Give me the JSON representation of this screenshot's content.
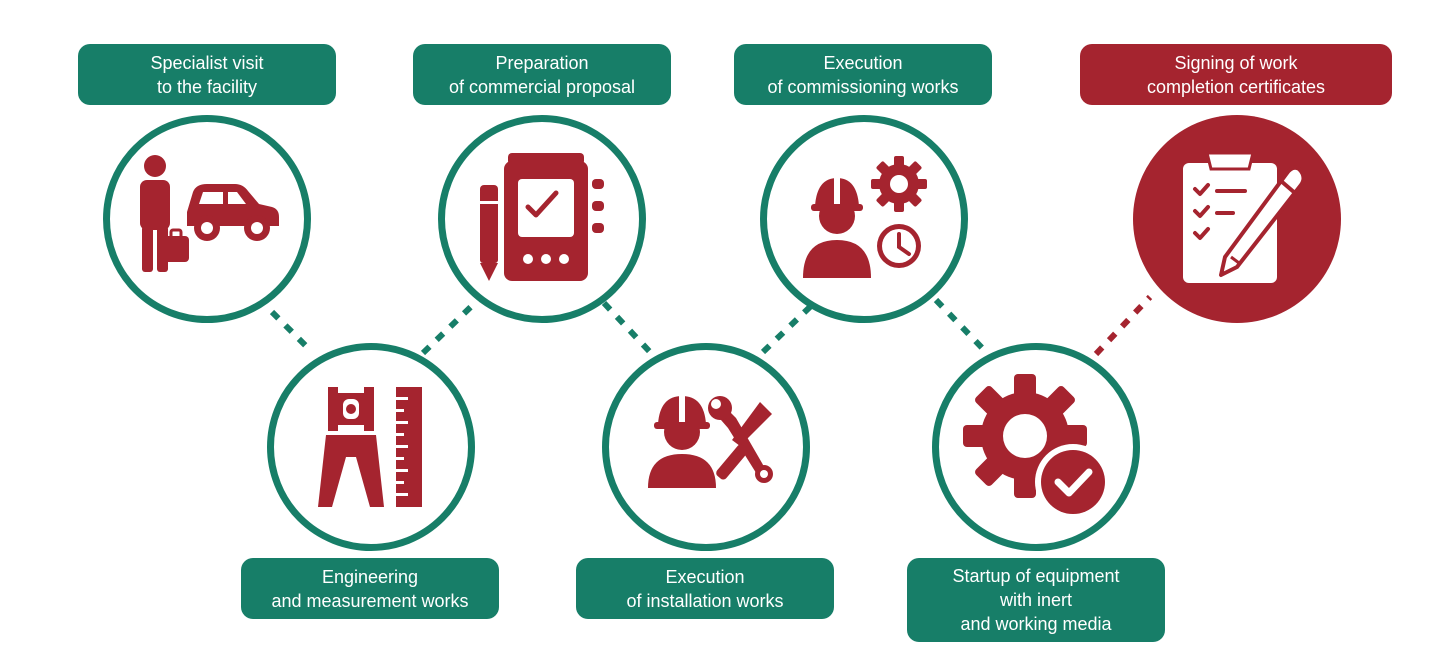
{
  "colors": {
    "green": "#177e68",
    "red": "#a5242f"
  },
  "steps": [
    {
      "lines": [
        "Specialist visit",
        "to the facility"
      ],
      "icon": "specialist-car-icon"
    },
    {
      "lines": [
        "Engineering",
        "and measurement works"
      ],
      "icon": "measurement-tools-icon"
    },
    {
      "lines": [
        "Preparation",
        "of commercial proposal"
      ],
      "icon": "proposal-document-icon"
    },
    {
      "lines": [
        "Execution",
        "of installation works"
      ],
      "icon": "worker-tools-icon"
    },
    {
      "lines": [
        "Execution",
        "of commissioning works"
      ],
      "icon": "engineer-gear-clock-icon"
    },
    {
      "lines": [
        "Startup of equipment",
        "with inert",
        "and working media"
      ],
      "icon": "gear-check-icon"
    },
    {
      "lines": [
        "Signing of work",
        "completion certificates"
      ],
      "icon": "clipboard-pen-icon"
    }
  ]
}
